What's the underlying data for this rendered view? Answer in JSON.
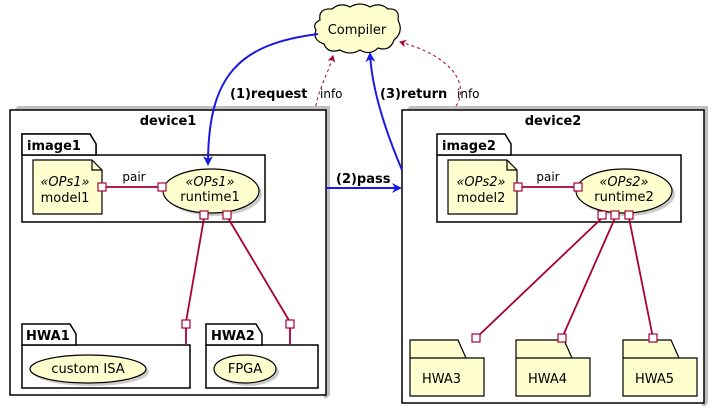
{
  "cloud": {
    "label": "Compiler"
  },
  "device1": {
    "title": "device1",
    "image": {
      "title": "image1",
      "note_stereo": "«OPs1»",
      "note_label": "model1",
      "runtime_stereo": "«OPs1»",
      "runtime_label": "runtime1",
      "pair_label": "pair"
    },
    "hwa1": {
      "title": "HWA1",
      "usecase": "custom ISA"
    },
    "hwa2": {
      "title": "HWA2",
      "usecase": "FPGA"
    }
  },
  "device2": {
    "title": "device2",
    "image": {
      "title": "image2",
      "note_stereo": "«OPs2»",
      "note_label": "model2",
      "runtime_stereo": "«OPs2»",
      "runtime_label": "runtime2",
      "pair_label": "pair"
    },
    "hwa3": "HWA3",
    "hwa4": "HWA4",
    "hwa5": "HWA5"
  },
  "edges": {
    "request": "(1)request",
    "info1": "info",
    "pass": "(2)pass",
    "return": "(3)return",
    "info2": "info"
  },
  "colors": {
    "note_fill": "#fefece",
    "link": "#a80036",
    "arrow": "#1a1ae6"
  }
}
